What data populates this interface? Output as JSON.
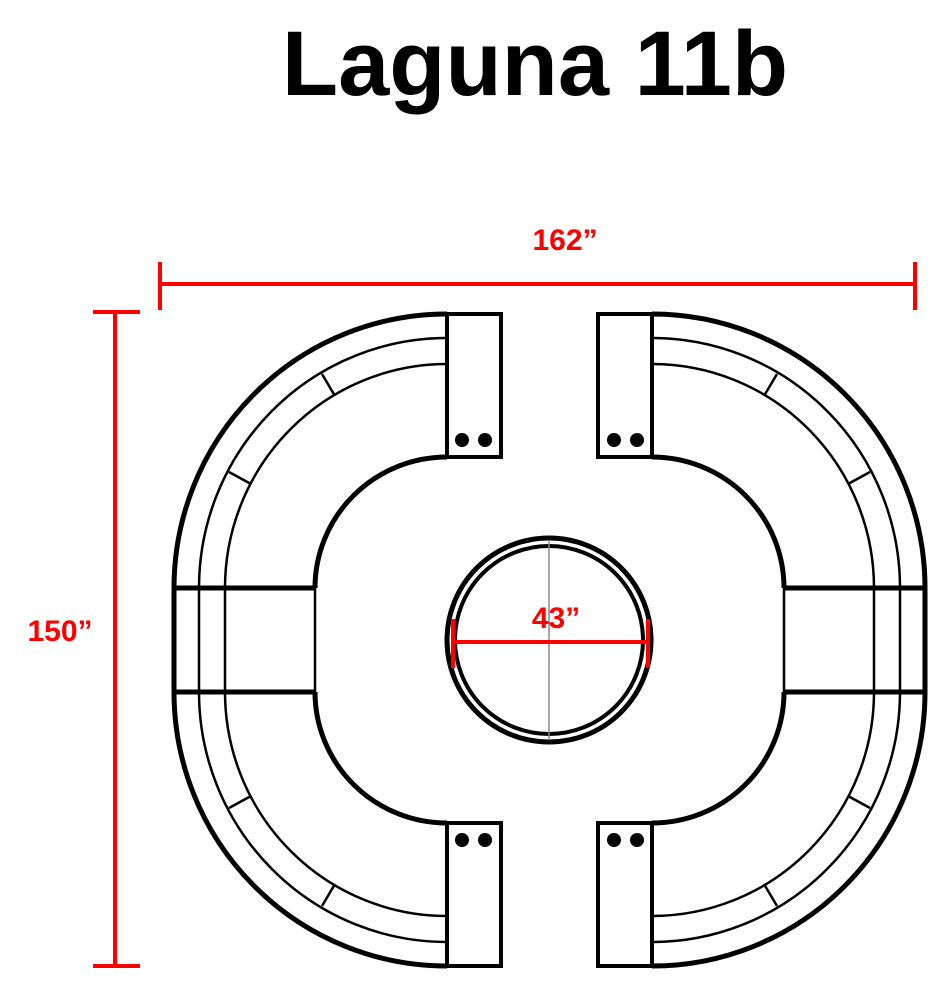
{
  "title": "Laguna 11b",
  "dimensions": {
    "width": "162”",
    "depth": "150”",
    "table_diameter": "43”"
  },
  "colors": {
    "dimension": "#ff0000",
    "outline": "#000000"
  }
}
